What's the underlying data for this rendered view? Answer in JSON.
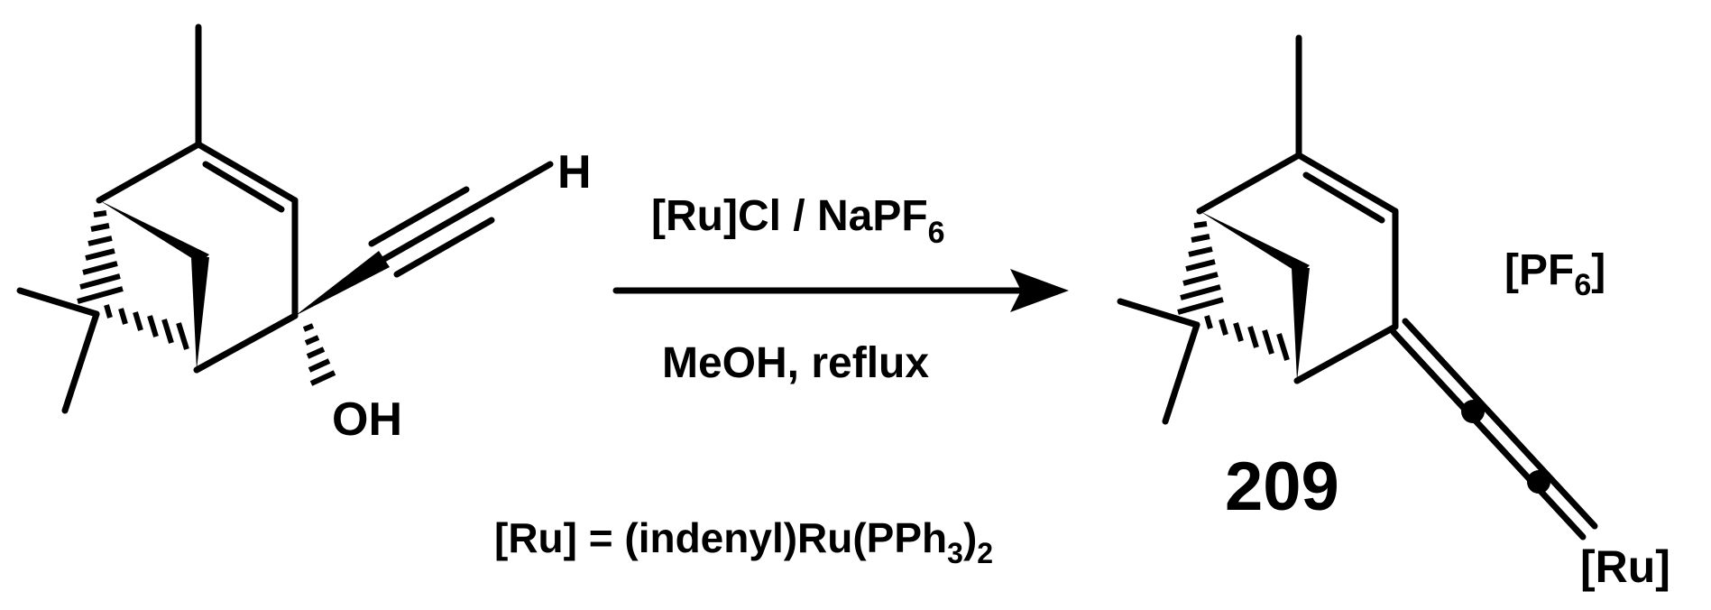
{
  "reaction_scheme": {
    "reactant": {
      "atom_labels": {
        "terminal_h": "H",
        "hydroxyl": "OH"
      }
    },
    "conditions": {
      "above_arrow": {
        "main": "[Ru]Cl / NaPF",
        "sub": "6"
      },
      "below_arrow": "MeOH, reflux"
    },
    "definition": {
      "prefix": "[Ru] = (indenyl)Ru(PPh",
      "sub1": "3",
      "mid": ")",
      "sub2": "2"
    },
    "product": {
      "compound_number": "209",
      "metal_label": "[Ru]",
      "counterion": {
        "main": "[PF",
        "sub": "6",
        "close": "]"
      }
    }
  }
}
